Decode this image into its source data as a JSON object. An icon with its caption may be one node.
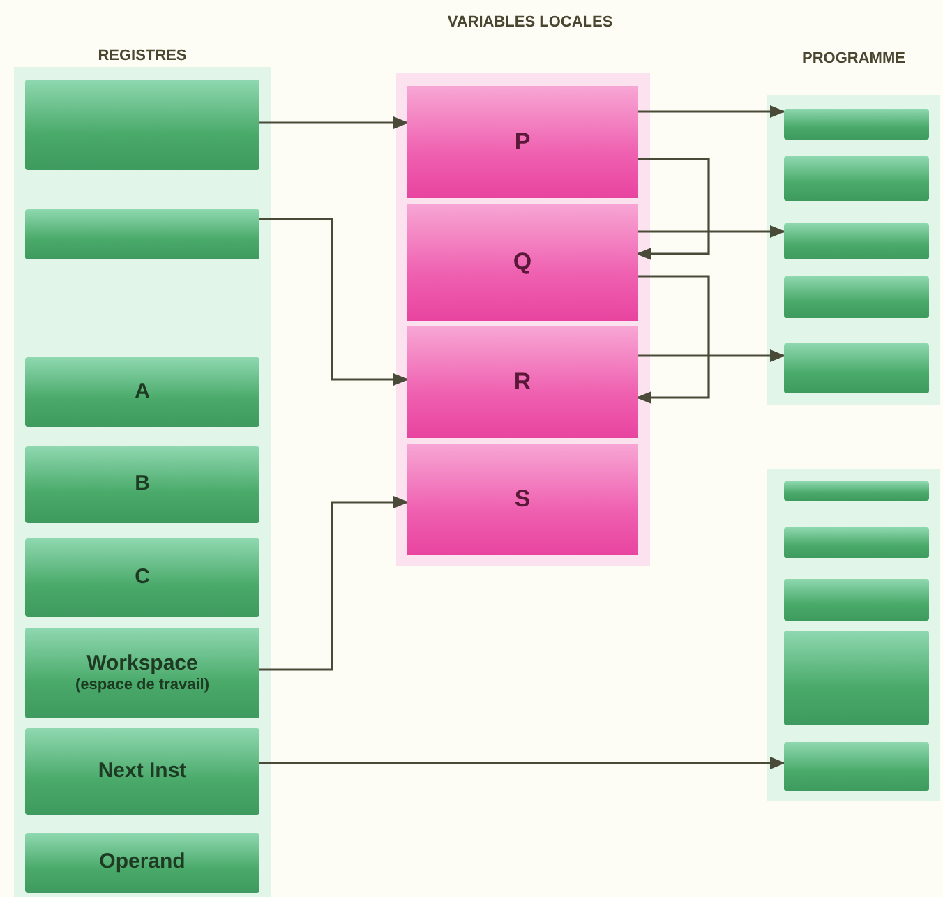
{
  "diagram": {
    "nodes": [
      {
        "text": [],
        "shape": "box"
      },
      {
        "text": [],
        "shape": "box"
      },
      {
        "text": [
          "A"
        ]
      },
      {
        "text": [
          "B"
        ]
      },
      {
        "text": [
          "C"
        ]
      },
      {
        "text": [
          "Workspace",
          "(espace de travail)"
        ]
      },
      {
        "text": [
          "Next Inst"
        ]
      },
      {
        "text": [
          "Operand"
        ]
      },
      {
        "text": [
          "P"
        ]
      },
      {
        "text": [
          "Q"
        ]
      },
      {
        "text": [
          "R"
        ]
      },
      {
        "text": [
          "S"
        ]
      },
      {
        "text": [],
        "shape": "box"
      },
      {
        "text": [],
        "shape": "box"
      },
      {
        "text": [],
        "shape": "box"
      },
      {
        "text": [],
        "shape": "box"
      },
      {
        "text": [],
        "shape": "box"
      },
      {
        "text": [],
        "shape": "box"
      },
      {
        "text": [],
        "shape": "box"
      },
      {
        "text": [],
        "shape": "box"
      },
      {
        "text": [],
        "shape": "box"
      },
      {
        "text": [],
        "shape": "box"
      }
    ],
    "edges": [
      {
        "from": 0,
        "to": 8,
        "arrow": "to"
      },
      {
        "from": 1,
        "to": 10,
        "arrow": "to"
      },
      {
        "from": 5,
        "to": 11,
        "arrow": "to"
      },
      {
        "from": 6,
        "to": 21,
        "arrow": "to"
      },
      {
        "from": 8,
        "to": 12,
        "arrow": "to"
      },
      {
        "from": 9,
        "to": 14,
        "arrow": "to"
      },
      {
        "from": 10,
        "to": 16,
        "arrow": "to"
      },
      {
        "from": 8,
        "to": 9,
        "arrow": "to"
      },
      {
        "from": 9,
        "to": 10,
        "arrow": "to"
      }
    ],
    "labels": [
      "REGISTRES",
      "VARIABLES LOCALES",
      "PROGRAMME"
    ]
  }
}
